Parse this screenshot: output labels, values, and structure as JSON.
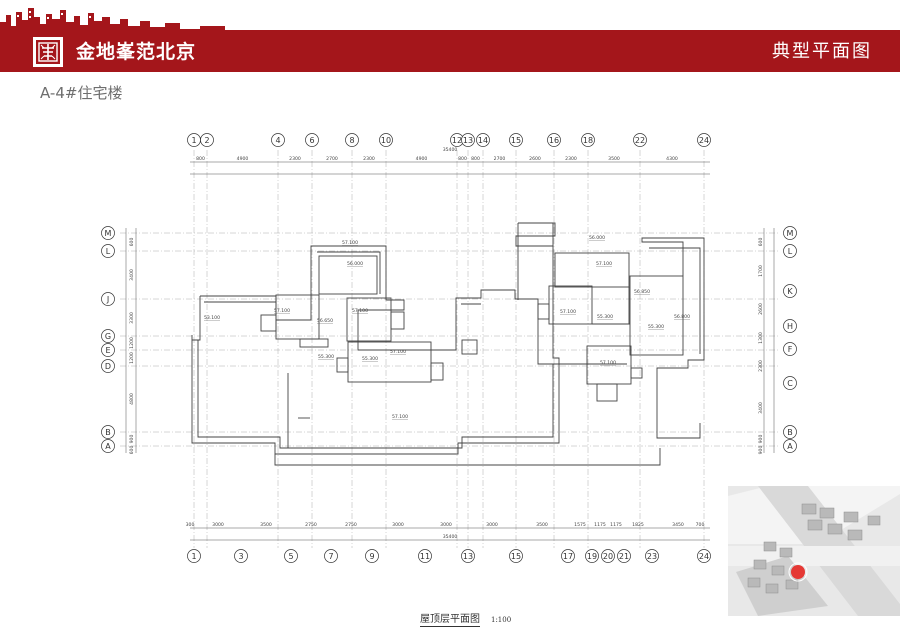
{
  "header": {
    "brand": "金地峯范北京",
    "page_title": "典型平面图",
    "accent_color": "#a4161b"
  },
  "subtitle": "A-4#住宅楼",
  "drawing": {
    "caption": "屋顶层平面图",
    "scale": "1:100",
    "top_axes": [
      "1",
      "2",
      "4",
      "6",
      "8",
      "10",
      "12",
      "13",
      "14",
      "15",
      "16",
      "18",
      "22",
      "24"
    ],
    "top_dims": [
      "800",
      "4900",
      "2300",
      "2700",
      "2300",
      "4900",
      "800",
      "800",
      "2700",
      "2600",
      "2300",
      "3500",
      "4300"
    ],
    "top_total": "35400",
    "bottom_axes": [
      "1",
      "3",
      "5",
      "7",
      "9",
      "11",
      "13",
      "15",
      "17",
      "19",
      "20",
      "21",
      "23",
      "24"
    ],
    "bottom_dims": [
      "300",
      "3000",
      "3500",
      "2750",
      "2750",
      "3000",
      "3000",
      "3000",
      "3500",
      "1575",
      "1175",
      "1175",
      "1825",
      "3450",
      "700"
    ],
    "bottom_total": "35400",
    "left_axes": [
      "M",
      "L",
      "J",
      "G",
      "E",
      "D",
      "B",
      "A"
    ],
    "left_dims": [
      "600",
      "3400",
      "3300",
      "1200",
      "1200",
      "4800",
      "900",
      "600"
    ],
    "right_axes": [
      "M",
      "L",
      "K",
      "H",
      "F",
      "C",
      "B",
      "A"
    ],
    "right_dims": [
      "600",
      "1700",
      "2600",
      "1300",
      "2300",
      "3400",
      "900",
      "900"
    ],
    "elevations": [
      "57.100",
      "56.000",
      "57.100",
      "56.650",
      "57.100",
      "53.100",
      "55.300",
      "55.300",
      "57.100",
      "56.000",
      "57.100",
      "57.100",
      "56.850",
      "55.300",
      "55.300",
      "56.800",
      "57.100",
      "57.100"
    ]
  }
}
